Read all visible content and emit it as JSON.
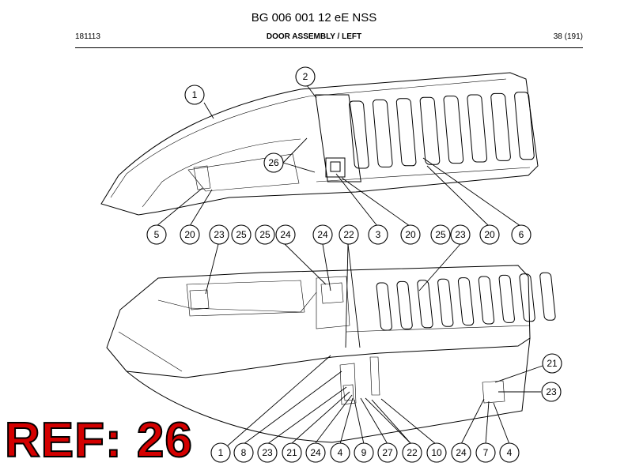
{
  "header": {
    "title": "BG 006 001 12 eE NSS",
    "doc_code": "181113",
    "section": "DOOR ASSEMBLY / LEFT",
    "page": "38 (191)"
  },
  "stamp": {
    "text": "REF: 26",
    "color": "#d40000"
  },
  "callouts_top": {
    "c1": "1",
    "c2": "2",
    "c26": "26"
  },
  "callouts_row1": [
    "5",
    "20",
    "23",
    "25",
    "25",
    "24",
    "24",
    "22",
    "3",
    "20",
    "25",
    "23",
    "20",
    "6"
  ],
  "callouts_right": {
    "c21": "21",
    "c23": "23"
  },
  "callouts_row2": [
    "1",
    "8",
    "23",
    "21",
    "24",
    "4",
    "9",
    "27",
    "22",
    "10",
    "24",
    "7",
    "4"
  ]
}
